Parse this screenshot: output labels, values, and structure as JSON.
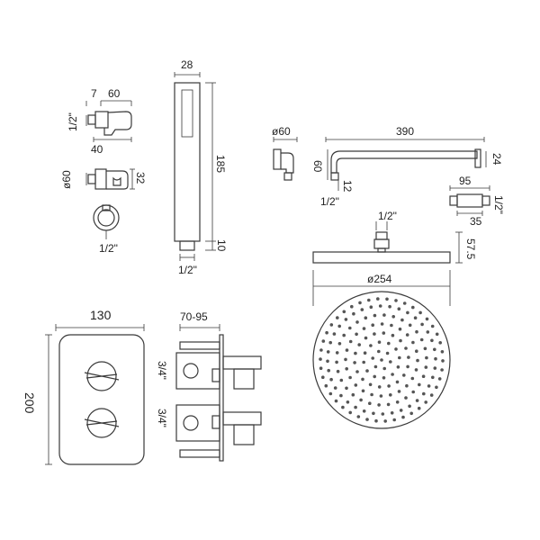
{
  "dimensions": {
    "bracket_width": "60",
    "bracket_offset": "7",
    "bracket_thread": "1/2\"",
    "bracket_depth": "40",
    "outlet_diameter": "ø60",
    "outlet_height": "32",
    "outlet_thread": "1/2\"",
    "handset_width": "28",
    "handset_height": "185",
    "handset_connector": "10",
    "handset_thread": "1/2\"",
    "arm_flange_diameter": "ø60",
    "arm_length": "390",
    "arm_drop": "60",
    "arm_stub": "12",
    "arm_thread": "1/2\"",
    "arm_end_height": "24",
    "adapter_length": "95",
    "adapter_thread": "1/2\"",
    "adapter_diameter": "35",
    "head_thread": "1/2\"",
    "head_height": "57.5",
    "head_diameter": "ø254",
    "plate_width": "130",
    "plate_height": "200",
    "valve_depth": "70-95",
    "valve_inlet_top": "3/4\"",
    "valve_inlet_bottom": "3/4\""
  },
  "colors": {
    "line": "#3a3a3a",
    "text": "#222222",
    "background": "#ffffff"
  }
}
